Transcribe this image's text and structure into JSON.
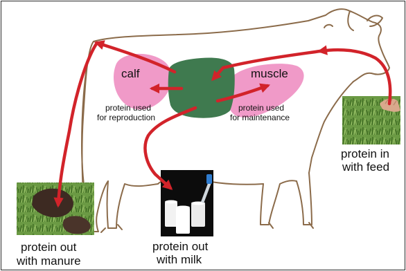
{
  "labels": {
    "calf": "calf",
    "muscle": "muscle",
    "reproduction_line1": "protein used",
    "reproduction_line2": "for reproduction",
    "maintenance_line1": "protein used",
    "maintenance_line2": "for maintenance",
    "feed_line1": "protein in",
    "feed_line2": "with feed",
    "manure_line1": "protein out",
    "manure_line2": "with manure",
    "milk_line1": "protein out",
    "milk_line2": "with milk"
  },
  "colors": {
    "arrow": "#d2232a",
    "outline": "#8b6b4a",
    "rumen": "#3f7a4f",
    "organ": "#f09ac8",
    "grass": "#5e8f3c",
    "milk_bg": "#0c0c0c"
  }
}
